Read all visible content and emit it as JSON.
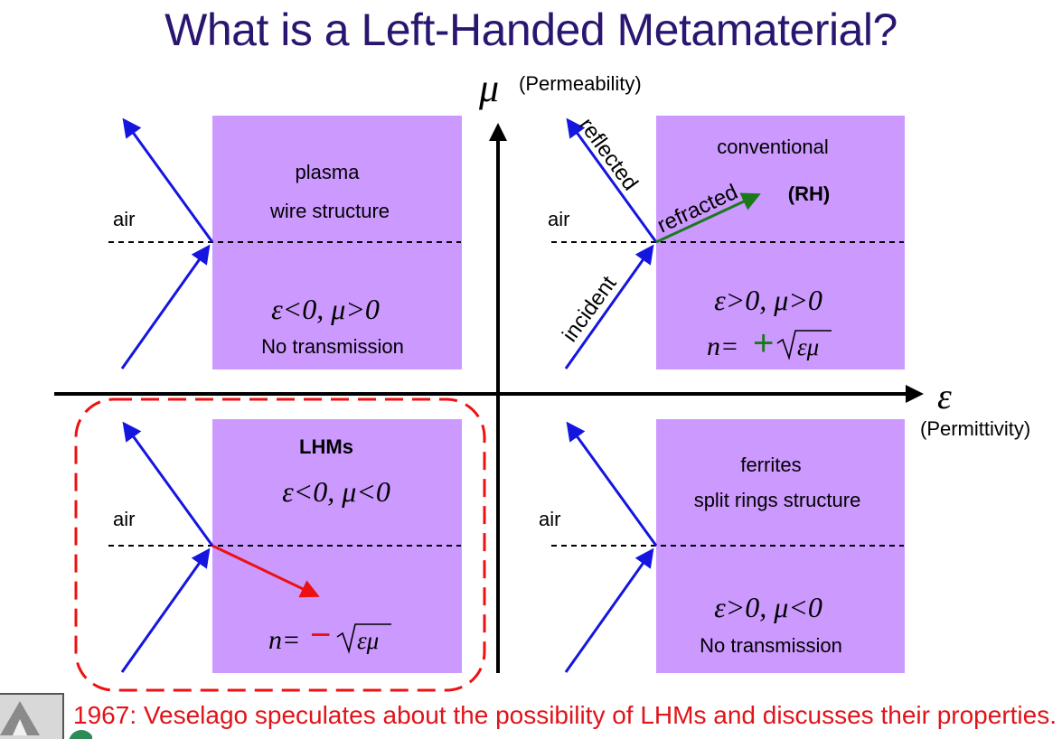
{
  "title": "What is a Left-Handed Metamaterial?",
  "axes": {
    "mu_symbol": "μ",
    "mu_label": "(Permeability)",
    "eps_symbol": "ε",
    "eps_label": "(Permittivity)"
  },
  "quadrants": {
    "q2": {
      "line1": "plasma",
      "line2": "wire structure",
      "condition": "ε<0, μ>0",
      "note": "No transmission",
      "medium": "air"
    },
    "q1": {
      "line1": "conventional",
      "line2": "(RH)",
      "condition": "ε>0, μ>0",
      "index_prefix": "n=",
      "index_sign": "+",
      "index_root": "εμ",
      "medium": "air",
      "reflected": "reflected",
      "refracted": "refracted",
      "incident": "incident"
    },
    "q3": {
      "line1": "LHMs",
      "condition": "ε<0, μ<0",
      "index_prefix": "n=",
      "index_sign": "−",
      "index_root": "εμ",
      "medium": "air"
    },
    "q4": {
      "line1": "ferrites",
      "line2": "split rings structure",
      "condition": "ε>0, μ<0",
      "note": "No transmission",
      "medium": "air"
    }
  },
  "footer": "1967: Veselago speculates about the possibility of LHMs and discusses their properties.",
  "colors": {
    "title": "#2a1670",
    "box": "#cc99ff",
    "ray": "#1515e0",
    "refracted_rh": "#1a7a1a",
    "refracted_lh": "#ee1111",
    "highlight": "#ee1111",
    "footer": "#e0141a"
  }
}
